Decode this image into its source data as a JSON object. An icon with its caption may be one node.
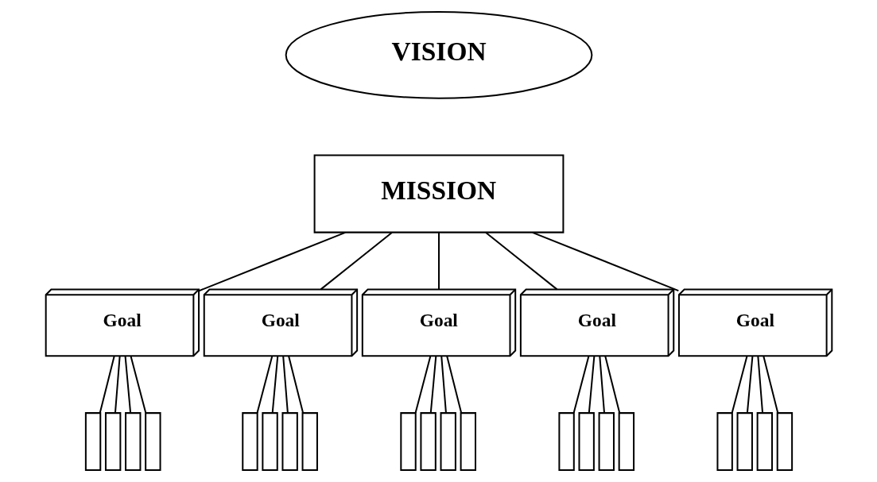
{
  "diagram": {
    "nodes": [
      {
        "text": [
          "VISION"
        ]
      },
      {
        "text": [
          "MISSION"
        ]
      },
      {
        "text": [
          "Goal"
        ]
      },
      {
        "text": [
          "Goal"
        ]
      },
      {
        "text": [
          "Goal"
        ]
      },
      {
        "text": [
          "Goal"
        ]
      },
      {
        "text": [
          "Goal"
        ]
      },
      {
        "text": [],
        "shape": "box"
      },
      {
        "text": [],
        "shape": "box"
      },
      {
        "text": [],
        "shape": "box"
      },
      {
        "text": [],
        "shape": "box"
      },
      {
        "text": [],
        "shape": "box"
      },
      {
        "text": [],
        "shape": "box"
      },
      {
        "text": [],
        "shape": "box"
      },
      {
        "text": [],
        "shape": "box"
      },
      {
        "text": [],
        "shape": "box"
      },
      {
        "text": [],
        "shape": "box"
      },
      {
        "text": [],
        "shape": "box"
      },
      {
        "text": [],
        "shape": "box"
      },
      {
        "text": [],
        "shape": "box"
      },
      {
        "text": [],
        "shape": "box"
      },
      {
        "text": [],
        "shape": "box"
      },
      {
        "text": [],
        "shape": "box"
      },
      {
        "text": [],
        "shape": "box"
      },
      {
        "text": [],
        "shape": "box"
      },
      {
        "text": [],
        "shape": "box"
      },
      {
        "text": [],
        "shape": "box"
      }
    ],
    "edges": [
      {
        "from": 1,
        "to": 2,
        "arrow": "none"
      },
      {
        "from": 1,
        "to": 3,
        "arrow": "none"
      },
      {
        "from": 1,
        "to": 4,
        "arrow": "none"
      },
      {
        "from": 1,
        "to": 5,
        "arrow": "none"
      },
      {
        "from": 1,
        "to": 6,
        "arrow": "none"
      },
      {
        "from": 2,
        "to": 7,
        "arrow": "none"
      },
      {
        "from": 2,
        "to": 8,
        "arrow": "none"
      },
      {
        "from": 2,
        "to": 9,
        "arrow": "none"
      },
      {
        "from": 2,
        "to": 10,
        "arrow": "none"
      },
      {
        "from": 3,
        "to": 11,
        "arrow": "none"
      },
      {
        "from": 3,
        "to": 12,
        "arrow": "none"
      },
      {
        "from": 3,
        "to": 13,
        "arrow": "none"
      },
      {
        "from": 3,
        "to": 14,
        "arrow": "none"
      },
      {
        "from": 4,
        "to": 15,
        "arrow": "none"
      },
      {
        "from": 4,
        "to": 16,
        "arrow": "none"
      },
      {
        "from": 4,
        "to": 17,
        "arrow": "none"
      },
      {
        "from": 4,
        "to": 18,
        "arrow": "none"
      },
      {
        "from": 5,
        "to": 19,
        "arrow": "none"
      },
      {
        "from": 5,
        "to": 20,
        "arrow": "none"
      },
      {
        "from": 5,
        "to": 21,
        "arrow": "none"
      },
      {
        "from": 5,
        "to": 22,
        "arrow": "none"
      },
      {
        "from": 6,
        "to": 23,
        "arrow": "none"
      },
      {
        "from": 6,
        "to": 24,
        "arrow": "none"
      },
      {
        "from": 6,
        "to": 25,
        "arrow": "none"
      },
      {
        "from": 6,
        "to": 26,
        "arrow": "none"
      }
    ]
  }
}
